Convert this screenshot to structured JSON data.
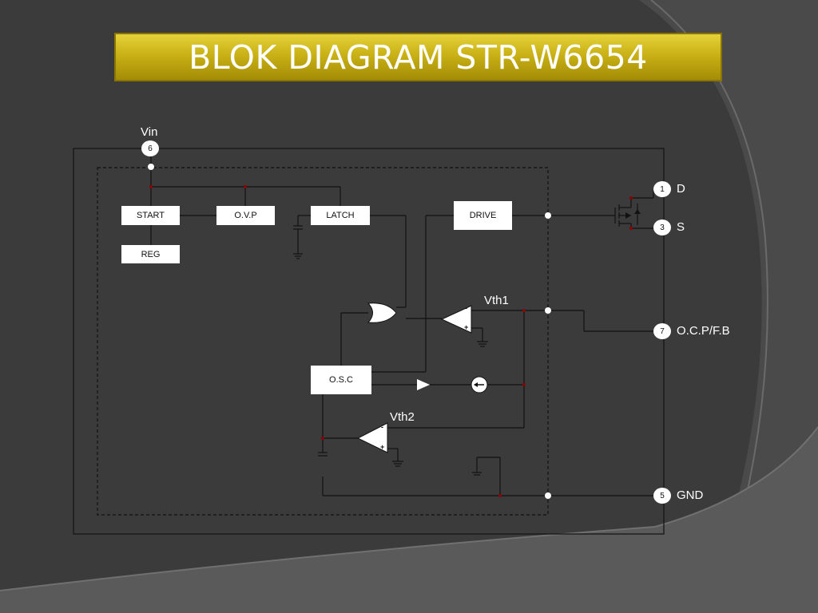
{
  "title": "BLOK DIAGRAM STR-W6654",
  "colors": {
    "background": "#3c3c3c",
    "title_bar": "#c9b116",
    "wire": "#111111",
    "junction": "#8b0000"
  },
  "blocks": {
    "start": "START",
    "ovp": "O.V.P",
    "latch": "LATCH",
    "drive": "DRIVE",
    "reg": "REG",
    "osc": "O.S.C"
  },
  "pins": {
    "vin": {
      "number": "6",
      "label": "Vin"
    },
    "drain": {
      "number": "1",
      "label": "D"
    },
    "source": {
      "number": "3",
      "label": "S"
    },
    "ocp": {
      "number": "7",
      "label": "O.C.P/F.B"
    },
    "gnd": {
      "number": "5",
      "label": "GND"
    }
  },
  "comparators": {
    "vth1": {
      "label": "Vth1",
      "minus": "-",
      "plus": "+"
    },
    "vth2": {
      "label": "Vth2",
      "minus": "-",
      "plus": "+"
    }
  }
}
